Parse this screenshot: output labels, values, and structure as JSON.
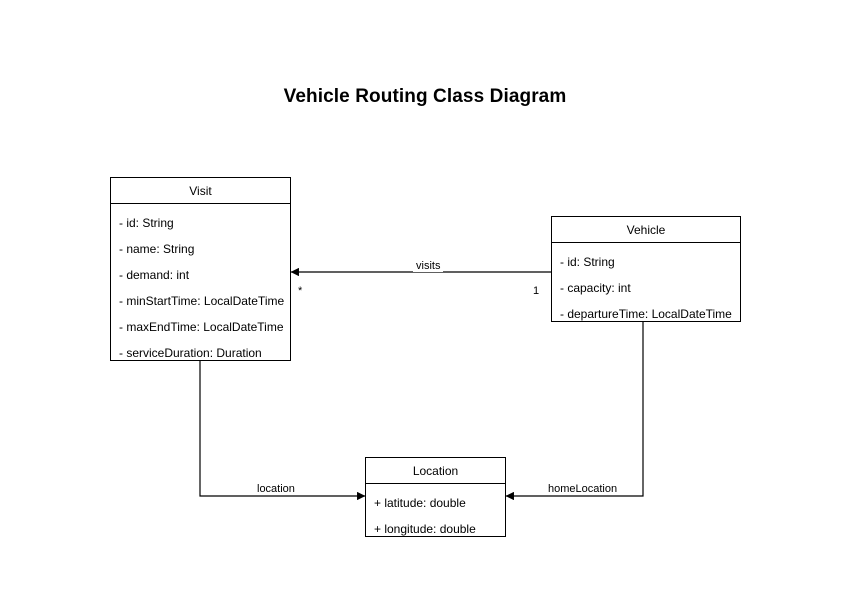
{
  "diagram": {
    "title": "Vehicle Routing Class Diagram",
    "background_color": "#ffffff",
    "line_color": "#000000",
    "text_color": "#000000"
  },
  "classes": [
    {
      "name": "Visit",
      "attributes": [
        "- id: String",
        "- name: String",
        "- demand: int",
        "- minStartTime: LocalDateTime",
        "- maxEndTime: LocalDateTime",
        "- serviceDuration: Duration"
      ]
    },
    {
      "name": "Vehicle",
      "attributes": [
        "- id: String",
        "- capacity: int",
        "- departureTime: LocalDateTime"
      ]
    },
    {
      "name": "Location",
      "attributes": [
        "+ latitude: double",
        "+ longitude: double"
      ]
    }
  ],
  "relationships": [
    {
      "label": "visits",
      "source": "Vehicle",
      "target": "Visit",
      "source_multiplicity": "1",
      "target_multiplicity": "*",
      "arrow": "open-directed"
    },
    {
      "label": "location",
      "source": "Visit",
      "target": "Location",
      "source_multiplicity": "",
      "target_multiplicity": "",
      "arrow": "open-directed"
    },
    {
      "label": "homeLocation",
      "source": "Vehicle",
      "target": "Location",
      "source_multiplicity": "",
      "target_multiplicity": "",
      "arrow": "open-directed"
    }
  ]
}
